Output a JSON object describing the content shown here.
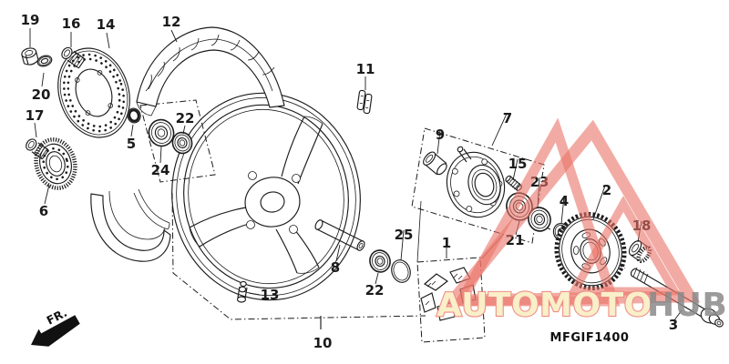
{
  "diagram": {
    "code": "MFGIF1400",
    "front_marker": "FR."
  },
  "watermark": {
    "brand_primary": "AUTOMOTO",
    "brand_secondary": "HUB",
    "triangle_color": "#e97368",
    "primary_fill": "#f9efc9",
    "primary_outline": "#ef8d85",
    "secondary_fill": "#8a8a8a"
  },
  "part_labels": [
    {
      "num": "19"
    },
    {
      "num": "16"
    },
    {
      "num": "14"
    },
    {
      "num": "12"
    },
    {
      "num": "20"
    },
    {
      "num": "17"
    },
    {
      "num": "5"
    },
    {
      "num": "22"
    },
    {
      "num": "24"
    },
    {
      "num": "6"
    },
    {
      "num": "11"
    },
    {
      "num": "13"
    },
    {
      "num": "8"
    },
    {
      "num": "10"
    },
    {
      "num": "25"
    },
    {
      "num": "22"
    },
    {
      "num": "1"
    },
    {
      "num": "9"
    },
    {
      "num": "7"
    },
    {
      "num": "15"
    },
    {
      "num": "21"
    },
    {
      "num": "23"
    },
    {
      "num": "4"
    },
    {
      "num": "2"
    },
    {
      "num": "18"
    },
    {
      "num": "3"
    }
  ]
}
